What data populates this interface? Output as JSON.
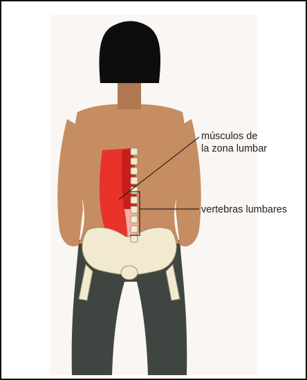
{
  "labels": {
    "muscles_line1": "músculos de",
    "muscles_line2": "la zona lumbar",
    "vertebrae": "vertebras lumbares"
  },
  "colors": {
    "skin": "#c68c62",
    "skin_shadow": "#b07850",
    "hair": "#0d0d0d",
    "pants": "#3f4540",
    "muscle": "#e8322a",
    "muscle_light": "#f6b0a6",
    "bone": "#f2ead0",
    "bone_outline": "#9a9070",
    "leader_line": "#222222"
  }
}
